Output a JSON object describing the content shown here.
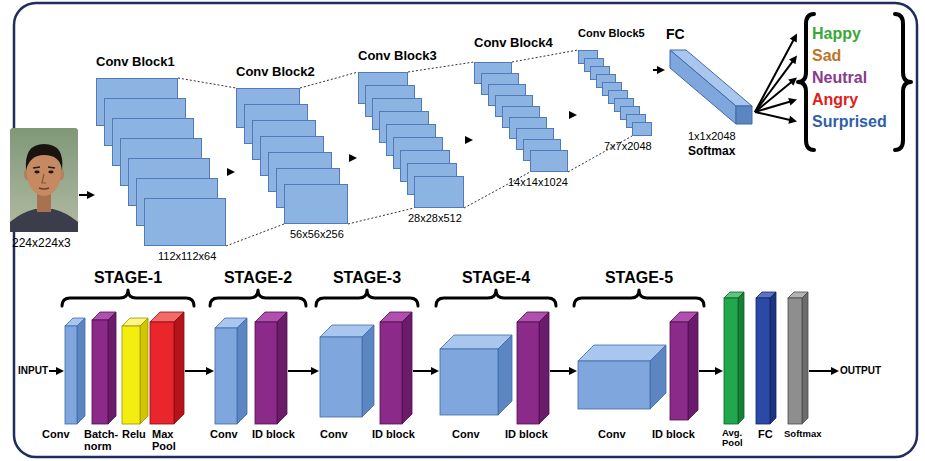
{
  "diagram": {
    "nodes": [
      {
        "text": [
          "224x224x3"
        ]
      },
      {
        "text": [
          "Conv Block1",
          "112x112x64"
        ]
      },
      {
        "text": [
          "Conv Block2",
          "56x56x256"
        ]
      },
      {
        "text": [
          "Conv Block3",
          "28x28x512"
        ]
      },
      {
        "text": [
          "Conv Block4",
          "14x14x1024"
        ]
      },
      {
        "text": [
          "Conv Block5",
          "7x7x2048"
        ]
      },
      {
        "text": [
          "FC",
          "1x1x2048",
          "Softmax"
        ]
      },
      {
        "text": [
          "Happy"
        ]
      },
      {
        "text": [
          "Sad"
        ]
      },
      {
        "text": [
          "Neutral"
        ]
      },
      {
        "text": [
          "Angry"
        ]
      },
      {
        "text": [
          "Surprised"
        ]
      },
      {
        "text": [
          "INPUT"
        ]
      },
      {
        "text": [
          "Conv"
        ]
      },
      {
        "text": [
          "Batch- norm"
        ]
      },
      {
        "text": [
          "Relu"
        ]
      },
      {
        "text": [
          "Max Pool"
        ]
      },
      {
        "text": [
          "Conv"
        ]
      },
      {
        "text": [
          "ID block"
        ]
      },
      {
        "text": [
          "Conv"
        ]
      },
      {
        "text": [
          "ID block"
        ]
      },
      {
        "text": [
          "Conv"
        ]
      },
      {
        "text": [
          "ID block"
        ]
      },
      {
        "text": [
          "Conv"
        ]
      },
      {
        "text": [
          "ID block"
        ]
      },
      {
        "text": [
          "Avg. Pool"
        ]
      },
      {
        "text": [
          "FC"
        ]
      },
      {
        "text": [
          "Softmax"
        ]
      },
      {
        "text": [
          "OUTPUT"
        ]
      }
    ],
    "edges": [
      {
        "from": 0,
        "to": 1,
        "arrow": "to"
      },
      {
        "from": 1,
        "to": 2,
        "arrow": "to"
      },
      {
        "from": 2,
        "to": 3,
        "arrow": "to"
      },
      {
        "from": 3,
        "to": 4,
        "arrow": "to"
      },
      {
        "from": 4,
        "to": 5,
        "arrow": "to"
      },
      {
        "from": 5,
        "to": 6,
        "arrow": "to"
      },
      {
        "from": 6,
        "to": 7,
        "arrow": "to"
      },
      {
        "from": 6,
        "to": 8,
        "arrow": "to"
      },
      {
        "from": 6,
        "to": 9,
        "arrow": "to"
      },
      {
        "from": 6,
        "to": 10,
        "arrow": "to"
      },
      {
        "from": 6,
        "to": 11,
        "arrow": "to"
      },
      {
        "from": 12,
        "to": 13,
        "arrow": "to"
      },
      {
        "from": 16,
        "to": 17,
        "arrow": "to"
      },
      {
        "from": 18,
        "to": 19,
        "arrow": "to"
      },
      {
        "from": 20,
        "to": 21,
        "arrow": "to"
      },
      {
        "from": 22,
        "to": 23,
        "arrow": "to"
      },
      {
        "from": 24,
        "to": 25,
        "arrow": "to"
      },
      {
        "from": 27,
        "to": 28,
        "arrow": "to"
      }
    ],
    "labels": [
      "STAGE-1",
      "STAGE-2",
      "STAGE-3",
      "STAGE-4",
      "STAGE-5"
    ]
  }
}
